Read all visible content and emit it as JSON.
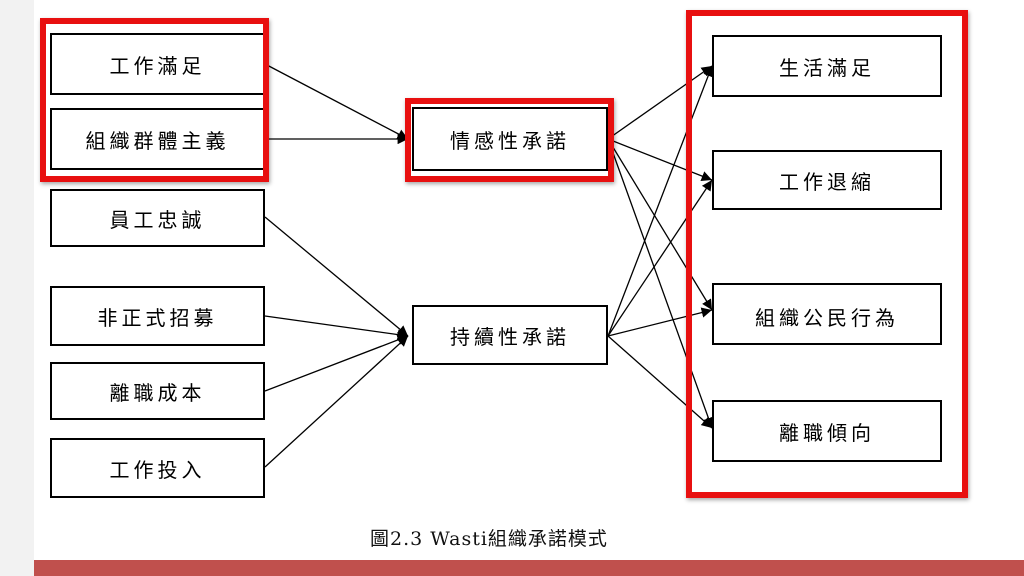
{
  "diagram": {
    "left_boxes": [
      {
        "id": "job-satisfaction",
        "label": "工作滿足"
      },
      {
        "id": "org-collectivism",
        "label": "組織群體主義"
      },
      {
        "id": "employee-loyalty",
        "label": "員工忠誠"
      },
      {
        "id": "informal-recruitment",
        "label": "非正式招募"
      },
      {
        "id": "turnover-cost",
        "label": "離職成本"
      },
      {
        "id": "job-involvement",
        "label": "工作投入"
      }
    ],
    "middle_boxes": [
      {
        "id": "affective-commitment",
        "label": "情感性承諾"
      },
      {
        "id": "continuance-commitment",
        "label": "持續性承諾"
      }
    ],
    "right_boxes": [
      {
        "id": "life-satisfaction",
        "label": "生活滿足"
      },
      {
        "id": "work-withdrawal",
        "label": "工作退縮"
      },
      {
        "id": "ocb",
        "label": "組織公民行為"
      },
      {
        "id": "turnover-intention",
        "label": "離職傾向"
      }
    ],
    "caption": "圖2.3 Wasti組織承諾模式",
    "highlight_color": "#e81010"
  }
}
